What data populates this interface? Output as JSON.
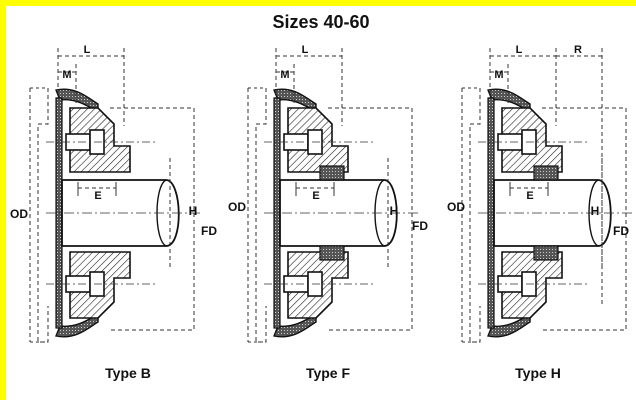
{
  "title": "Sizes 40-60",
  "views": [
    {
      "caption": "Type B",
      "labels": {
        "l": "L",
        "m": "M",
        "e": "E",
        "od": "OD",
        "h": "H",
        "fd": "FD"
      }
    },
    {
      "caption": "Type F",
      "labels": {
        "l": "L",
        "m": "M",
        "e": "E",
        "od": "OD",
        "h": "H",
        "fd": "FD"
      }
    },
    {
      "caption": "Type H",
      "labels": {
        "l": "L",
        "m": "M",
        "e": "E",
        "r": "R",
        "od": "OD",
        "h": "H",
        "fd": "FD"
      }
    }
  ]
}
